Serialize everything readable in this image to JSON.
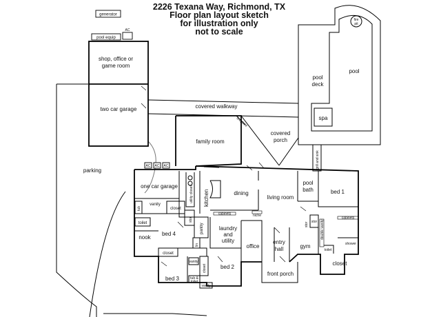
{
  "header": {
    "line1": "2226 Texana Way, Richmond, TX",
    "line2": "Floor plan layout sketch",
    "line3": "for illustration only",
    "line4": "not to scale"
  },
  "equipment": {
    "generator": "generator",
    "pool_equip": "pool equip",
    "ac": "AC"
  },
  "rooms": {
    "shop_1": "shop, office or",
    "shop_2": "game room",
    "two_car_garage": "two car garage",
    "covered_walkway": "covered walkway",
    "family_room": "family room",
    "fireplace": "fireplace",
    "covered_porch_1": "covered",
    "covered_porch_2": "porch",
    "pool": "pool",
    "pool_deck_1": "pool",
    "pool_deck_2": "deck",
    "spa": "spa",
    "fire_pit_1": "fire",
    "fire_pit_2": "pit",
    "grill_sink": "grill and sink",
    "parking": "parking",
    "one_car_garage": "one car garage",
    "kitchen": "kitchen",
    "dining": "dining",
    "living_room": "living room",
    "pool_bath_1": "pool",
    "pool_bath_2": "bath",
    "bed_1": "bed 1",
    "vanity": "vanity",
    "tub": "tub",
    "closet": "closet",
    "toilet": "toilet",
    "nook": "nook",
    "bed_4": "bed 4",
    "stor": "stor",
    "pantry": "pantry",
    "utility_closet": "utility closet",
    "cabinets": "cabinets",
    "niche": "niche",
    "laundry_1": "laundry",
    "laundry_2": "and",
    "laundry_3": "utility",
    "office": "office",
    "entry_1": "entry",
    "entry_2": "hall",
    "gym": "gym",
    "double_vanity": "double vanity",
    "shower": "shower",
    "front_porch": "front porch",
    "bed_2": "bed 2",
    "bed_3": "bed 3",
    "lin": "lin",
    "tub_toilet_1": "tub &",
    "tub_toilet_2": "toilet"
  }
}
